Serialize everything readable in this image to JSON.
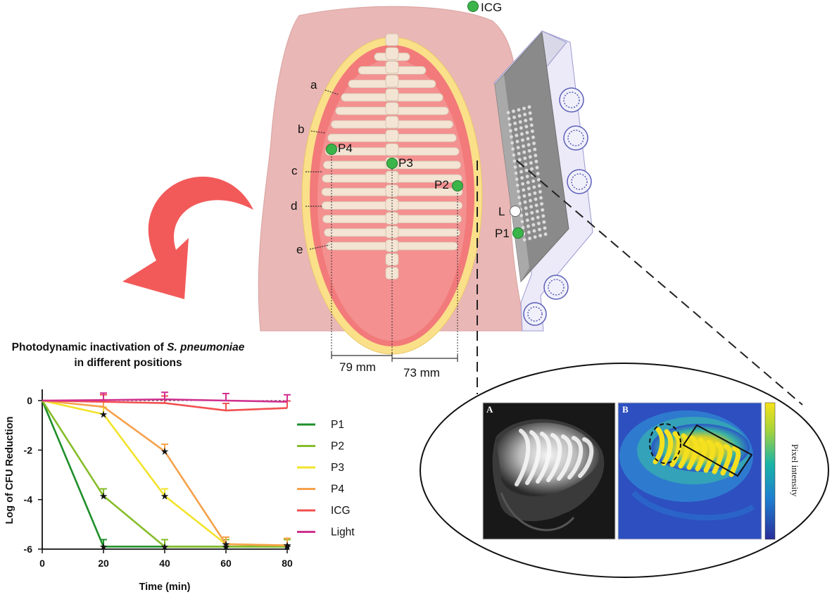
{
  "diagram": {
    "markers": {
      "ICG": "ICG",
      "P1": "P1",
      "P2": "P2",
      "P3": "P3",
      "P4": "P4",
      "L": "L"
    },
    "rib_labels": [
      "a",
      "b",
      "c",
      "d",
      "e"
    ],
    "dimensions": [
      "79 mm",
      "73 mm"
    ],
    "panel_a": "A",
    "panel_b": "B",
    "colorbar_label": "Pixel intensity",
    "colors": {
      "skin": "#e9b7b5",
      "tissue_red": "#f27a7a",
      "fat_yellow": "#fbe08a",
      "rib": "#f3e4d4",
      "marker_green": "#3bb54a",
      "arrow_red": "#f25a5a",
      "led_panel": "#8a8a8a",
      "heat_blue": "#2b55c6",
      "heat_yellow": "#f2e11a"
    }
  },
  "chart_data": {
    "type": "line",
    "title_prefix": "Photodynamic inactivation of ",
    "title_italic": "S. pneumoniae",
    "title_line2": "in different positions",
    "xlabel": "Time (min)",
    "ylabel": "Log of CFU Reduction",
    "x": [
      0,
      20,
      40,
      60,
      80
    ],
    "xlim": [
      0,
      80
    ],
    "ylim": [
      -6,
      0.5
    ],
    "xticks": [
      "0",
      "20",
      "40",
      "60",
      "80"
    ],
    "yticks": [
      "0",
      "-2",
      "-4",
      "-6"
    ],
    "ytick_values": [
      0,
      -2,
      -4,
      -6
    ],
    "legend_position": "right",
    "series": [
      {
        "name": "P1",
        "color": "#1f8f2a",
        "values": [
          0,
          -5.9,
          -5.9,
          -5.9,
          -5.9
        ]
      },
      {
        "name": "P2",
        "color": "#86bd2a",
        "values": [
          0,
          -3.85,
          -5.9,
          -5.9,
          -5.9
        ]
      },
      {
        "name": "P3",
        "color": "#f2e32a",
        "values": [
          0,
          -0.55,
          -3.85,
          -5.8,
          -5.85
        ]
      },
      {
        "name": "P4",
        "color": "#f5a14a",
        "values": [
          0,
          -0.25,
          -2.05,
          -5.8,
          -5.85
        ]
      },
      {
        "name": "ICG",
        "color": "#f25050",
        "values": [
          0,
          -0.05,
          -0.1,
          -0.4,
          -0.3
        ]
      },
      {
        "name": "Light",
        "color": "#d0308f",
        "values": [
          0,
          0.02,
          0.05,
          0.0,
          -0.05
        ]
      }
    ]
  }
}
